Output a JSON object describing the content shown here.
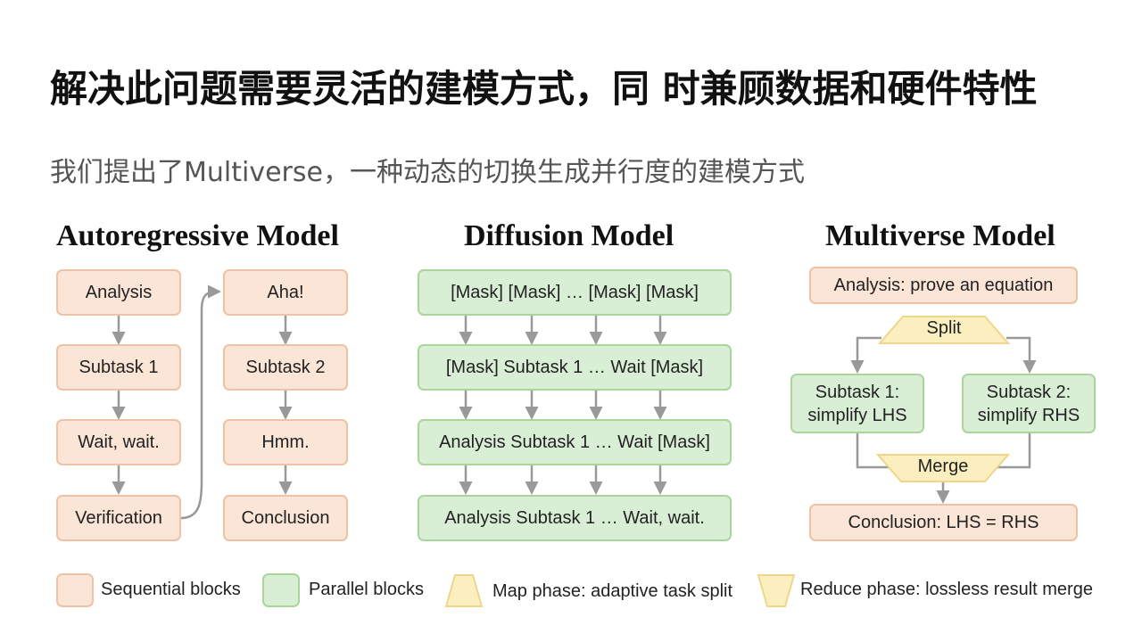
{
  "slide": {
    "title": "解决此问题需要灵活的建模方式，同 时兼顾数据和硬件特性",
    "subtitle": "我们提出了Multiverse，一种动态的切换生成并行度的建模方式"
  },
  "autoregressive": {
    "title": "Autoregressive Model",
    "left_column": [
      "Analysis",
      "Subtask 1",
      "Wait, wait.",
      "Verification"
    ],
    "right_column": [
      "Aha!",
      "Subtask 2",
      "Hmm.",
      "Conclusion"
    ]
  },
  "diffusion": {
    "title": "Diffusion Model",
    "rows": [
      "[Mask]  [Mask] … [Mask]  [Mask]",
      "[Mask] Subtask 1 … Wait [Mask]",
      "Analysis Subtask 1 … Wait [Mask]",
      "Analysis Subtask 1 … Wait, wait."
    ]
  },
  "multiverse": {
    "title": "Multiverse Model",
    "analysis": "Analysis: prove an equation",
    "split": "Split",
    "subtask1": "Subtask 1: simplify LHS",
    "subtask2": "Subtask 2: simplify RHS",
    "merge": "Merge",
    "conclusion": "Conclusion: LHS = RHS"
  },
  "legend": {
    "sequential": "Sequential blocks",
    "parallel": "Parallel blocks",
    "map": "Map phase: adaptive task split",
    "reduce": "Reduce phase: lossless result merge"
  },
  "colors": {
    "sequential_fill": "#fae5d6",
    "sequential_border": "#edc2a6",
    "parallel_fill": "#d9efd5",
    "parallel_border": "#a9d59b",
    "phase_fill": "#fcefbf",
    "phase_border": "#eed68b",
    "arrow": "#999999"
  }
}
